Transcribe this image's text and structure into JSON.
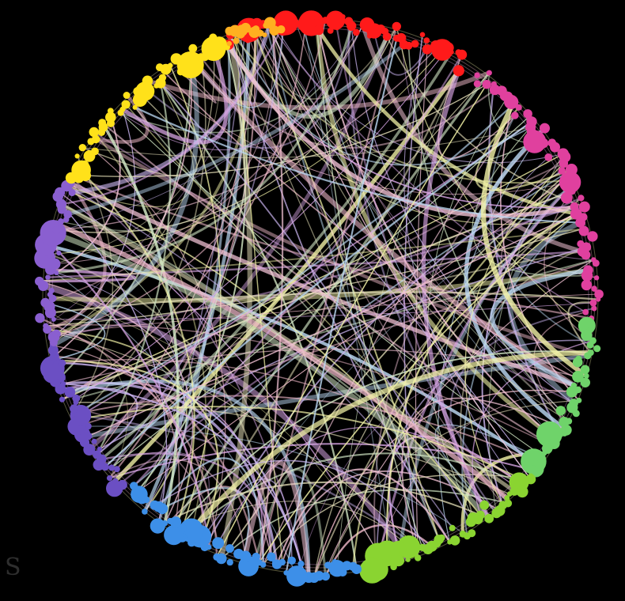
{
  "diagram": {
    "type": "circular-network",
    "groups": [
      {
        "name": "red",
        "color": "#ff1a1a"
      },
      {
        "name": "magenta",
        "color": "#e0409e"
      },
      {
        "name": "green",
        "color": "#6fd36a"
      },
      {
        "name": "yellow-green",
        "color": "#8ad431"
      },
      {
        "name": "blue",
        "color": "#3d8fe8"
      },
      {
        "name": "indigo",
        "color": "#6b4fc3"
      },
      {
        "name": "purple",
        "color": "#8a5fd0"
      },
      {
        "name": "yellow",
        "color": "#ffe11a"
      },
      {
        "name": "orange",
        "color": "#ffb020"
      }
    ],
    "edge_colors": [
      "#d9a6e6",
      "#f2f2a6",
      "#c9b3ef",
      "#f3c3d6",
      "#e6e0b8",
      "#b9d6f0",
      "#f0b9c9",
      "#d3e8c5"
    ],
    "background": "#000000"
  },
  "watermark": {
    "glyph": "S"
  }
}
